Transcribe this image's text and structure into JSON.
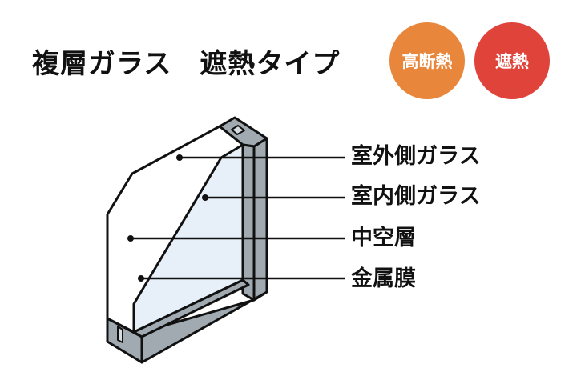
{
  "header": {
    "title": "複層ガラス　遮熱タイプ",
    "badges": [
      {
        "label": "高断熱",
        "color": "#E8873C"
      },
      {
        "label": "遮熱",
        "color": "#E0433A"
      }
    ]
  },
  "diagram": {
    "colors": {
      "frame": "#A1AAB0",
      "frame_slot": "#D6DCDF",
      "inner_glass": "#E7EFF8",
      "coating": "#D9E3EE",
      "outline": "#111111"
    },
    "labels": [
      {
        "text": "室外側ガラス"
      },
      {
        "text": "室内側ガラス"
      },
      {
        "text": "中空層"
      },
      {
        "text": "金属膜"
      }
    ]
  }
}
